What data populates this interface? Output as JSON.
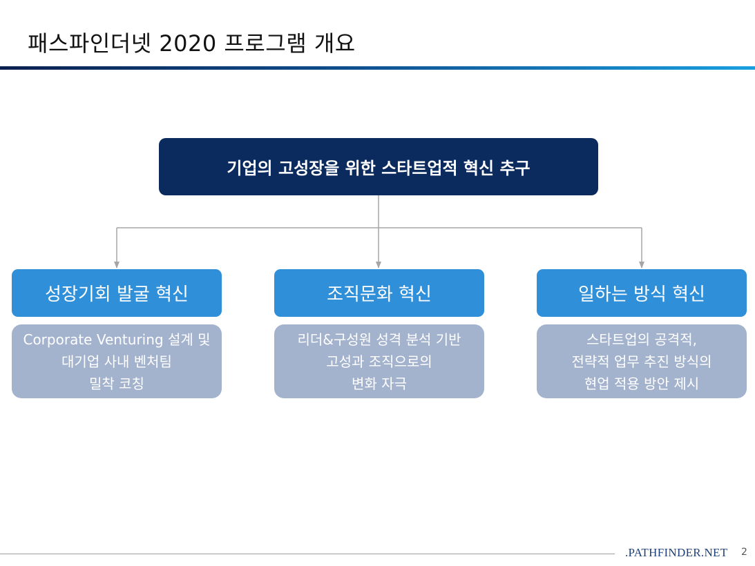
{
  "slide": {
    "title": "패스파인더넷 2020 프로그램 개요",
    "page_number": "2",
    "brand": ".PATHFINDER.NET"
  },
  "diagram": {
    "root": {
      "label": "기업의 고성장을 위한 스타트업적 혁신 추구"
    },
    "branches": [
      {
        "label": "성장기회 발굴 혁신",
        "description": [
          "Corporate Venturing 설계 및",
          "대기업 사내 벤처팀",
          "밀착 코칭"
        ]
      },
      {
        "label": "조직문화 혁신",
        "description": [
          "리더&구성원 성격 분석 기반",
          "고성과 조직으로의",
          "변화 자극"
        ]
      },
      {
        "label": "일하는 방식 혁신",
        "description": [
          "스타트업의 공격적,",
          "전략적 업무 추진 방식의",
          "현업 적용 방안 제시"
        ]
      }
    ],
    "colors": {
      "root_fill": "#0b2a5e",
      "branch_fill": "#2f8fd8",
      "description_fill": "#a3b2cd",
      "connector": "#a6a6a6"
    }
  }
}
